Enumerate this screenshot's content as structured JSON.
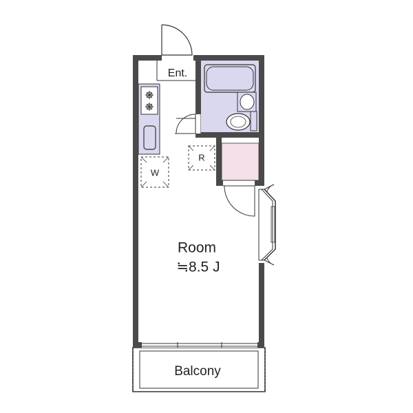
{
  "labels": {
    "entrance": "Ent.",
    "refrigerator": "R",
    "washer": "W",
    "room_name": "Room",
    "room_size": "≒8.5 J",
    "balcony": "Balcony"
  },
  "colors": {
    "wall": "#4a4a4a",
    "fixture_fill": "#d9d8ef",
    "closet_fill": "#f4dfe8",
    "line": "#333333",
    "background": "#ffffff"
  },
  "icons": [
    "stove-burner-icon",
    "sink-icon",
    "bathtub-icon",
    "toilet-icon",
    "washbasin-icon"
  ]
}
